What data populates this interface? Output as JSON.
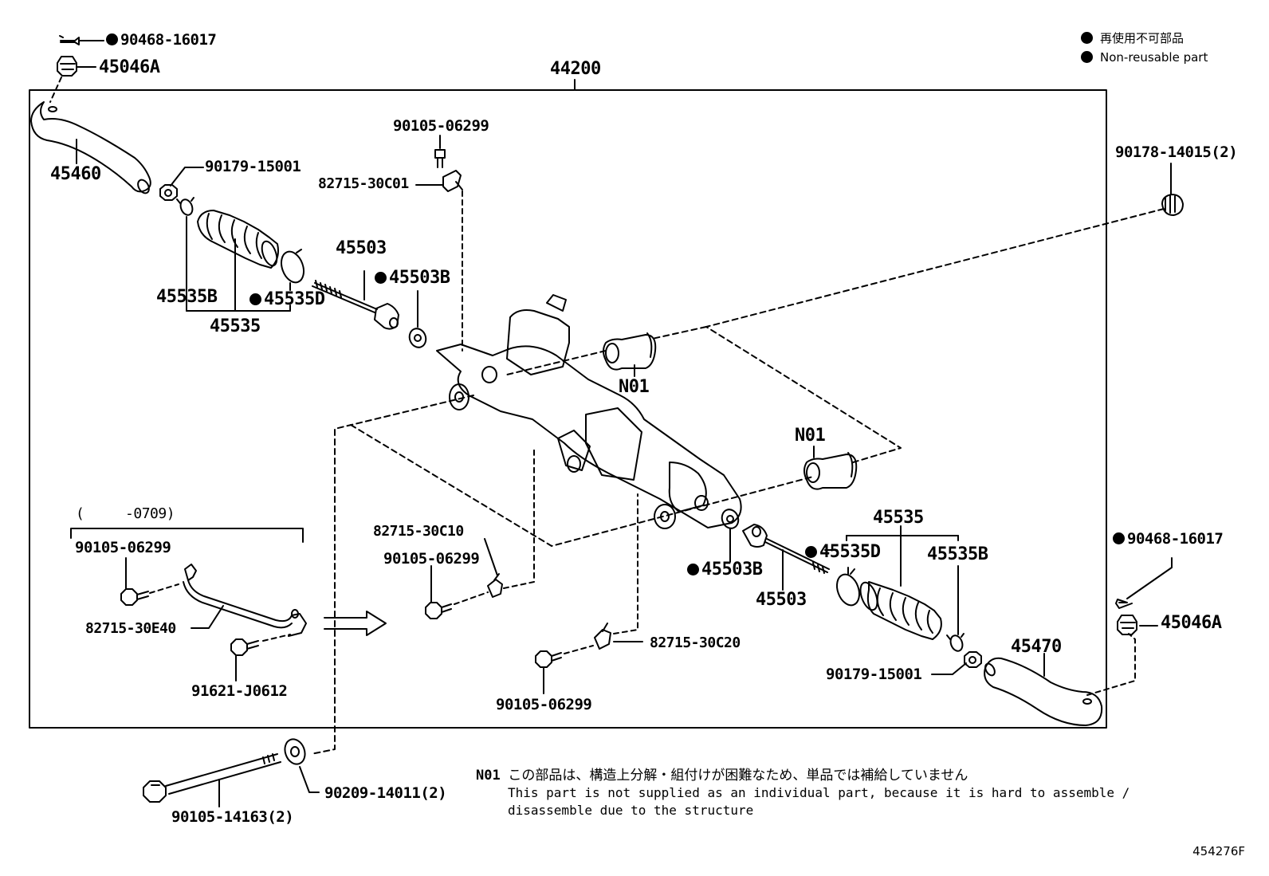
{
  "legend": {
    "items": [
      "再使用不可部品",
      "Non-reusable part"
    ]
  },
  "labels": {
    "assembly": "44200",
    "clip_top_left": "90468-16017",
    "nut_top_left": "45046A",
    "tie_rod_end_left": "45460",
    "nut_left": "90179-15001",
    "bolt_top": "90105-06299",
    "bracket_top": "82715-30C01",
    "rack_end_left": "45503",
    "washer_left": "45503B",
    "clip_left": "45535B",
    "clamp_left": "45535D",
    "boot_left": "45535",
    "cap_right": "90178-14015(2)",
    "grommet_1": "N01",
    "grommet_2": "N01",
    "inset_range": "(     -0709)",
    "inset_bolt": "90105-06299",
    "inset_bracket": "82715-30E40",
    "inset_bolt_2": "91621-J0612",
    "bracket_c10": "82715-30C10",
    "bolt_c10": "90105-06299",
    "bracket_c20": "82715-30C20",
    "bolt_c20": "90105-06299",
    "boot_right": "45535",
    "clamp_right": "45535D",
    "clip_right": "45535B",
    "washer_right": "45503B",
    "rack_end_right": "45503",
    "tie_rod_end_right": "45470",
    "clip_right_end": "90468-16017",
    "nut_right_end": "45046A",
    "nut_right": "90179-15001",
    "mount_bolt": "90105-14163(2)",
    "mount_washer": "90209-14011(2)"
  },
  "note": {
    "code": "N01",
    "ja": "この部品は、構造上分解・組付けが困難なため、単品では補給していません",
    "en_line1": "This part is not supplied as an individual part, because it is hard to assemble /",
    "en_line2": "disassemble due to the structure"
  },
  "diagram_id": "454276F"
}
